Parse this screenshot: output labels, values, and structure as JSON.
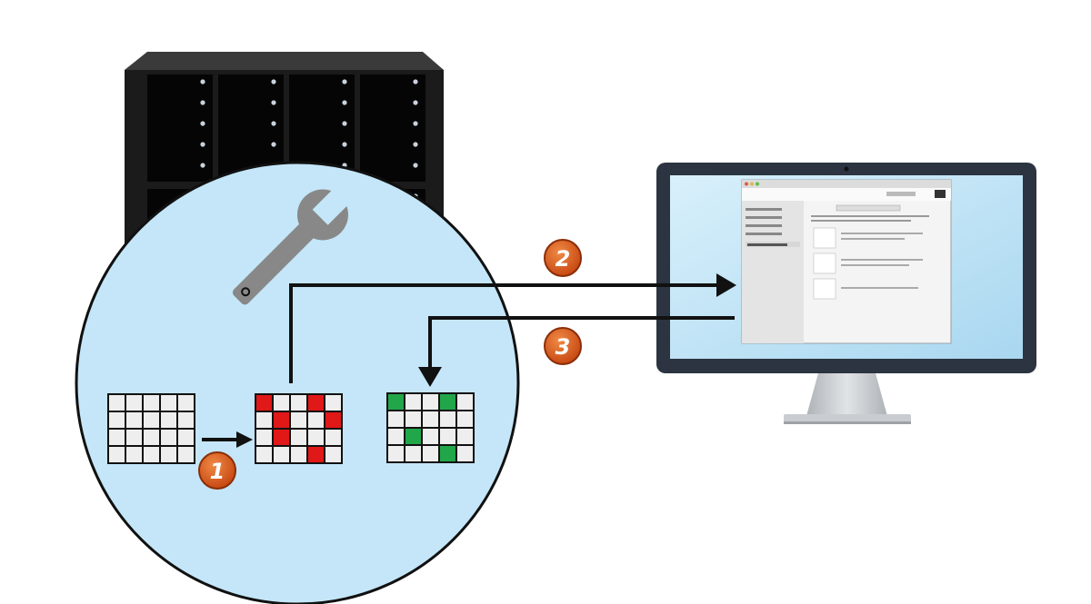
{
  "colors": {
    "server_body": "#1b1b1b",
    "server_top": "#2e2e2e",
    "bay_fill": "#050505",
    "led": "#c9d2dc",
    "circle_fill": "#c4e6f8",
    "circle_stroke": "#111111",
    "wrench": "#888888",
    "arrow": "#111111",
    "badge_fill": "#d2541c",
    "badge_stroke": "#8a2e08",
    "cell_empty": "#eeeeee",
    "cell_red": "#e01818",
    "cell_green": "#22a64a",
    "monitor_bezel": "#2b3440",
    "screen_bg": "#bfe4f7",
    "stand": "#c9cdd2",
    "window_bg": "#f4f4f4"
  },
  "badges": [
    "1",
    "2",
    "3"
  ],
  "grids": {
    "original": {
      "rows": 4,
      "cols": 5,
      "marked_cells": []
    },
    "bad_blocks": {
      "rows": 4,
      "cols": 5,
      "marked_cells": [
        [
          0,
          0
        ],
        [
          0,
          3
        ],
        [
          1,
          1
        ],
        [
          1,
          4
        ],
        [
          2,
          1
        ],
        [
          3,
          3
        ]
      ]
    },
    "repaired": {
      "rows": 4,
      "cols": 5,
      "marked_cells": [
        [
          0,
          0
        ],
        [
          0,
          3
        ],
        [
          2,
          1
        ],
        [
          3,
          3
        ]
      ]
    }
  },
  "icons": {
    "server": "server-rack-icon",
    "wrench": "wrench-icon",
    "monitor": "monitor-icon"
  }
}
